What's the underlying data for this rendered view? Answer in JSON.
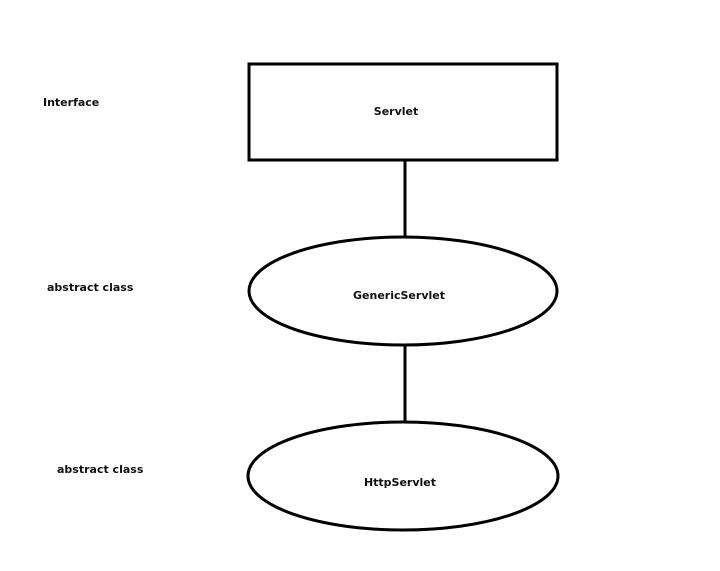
{
  "diagram": {
    "nodes": [
      {
        "id": "servlet",
        "label": "Servlet",
        "shape": "rectangle",
        "kind_label": "Interface"
      },
      {
        "id": "generic-servlet",
        "label": "GenericServlet",
        "shape": "ellipse",
        "kind_label": "abstract class"
      },
      {
        "id": "http-servlet",
        "label": "HttpServlet",
        "shape": "ellipse",
        "kind_label": "abstract class"
      }
    ],
    "edges": [
      {
        "from": "servlet",
        "to": "generic-servlet"
      },
      {
        "from": "generic-servlet",
        "to": "http-servlet"
      }
    ]
  },
  "colors": {
    "stroke": "#000000",
    "background": "#ffffff",
    "text": "#111111"
  }
}
